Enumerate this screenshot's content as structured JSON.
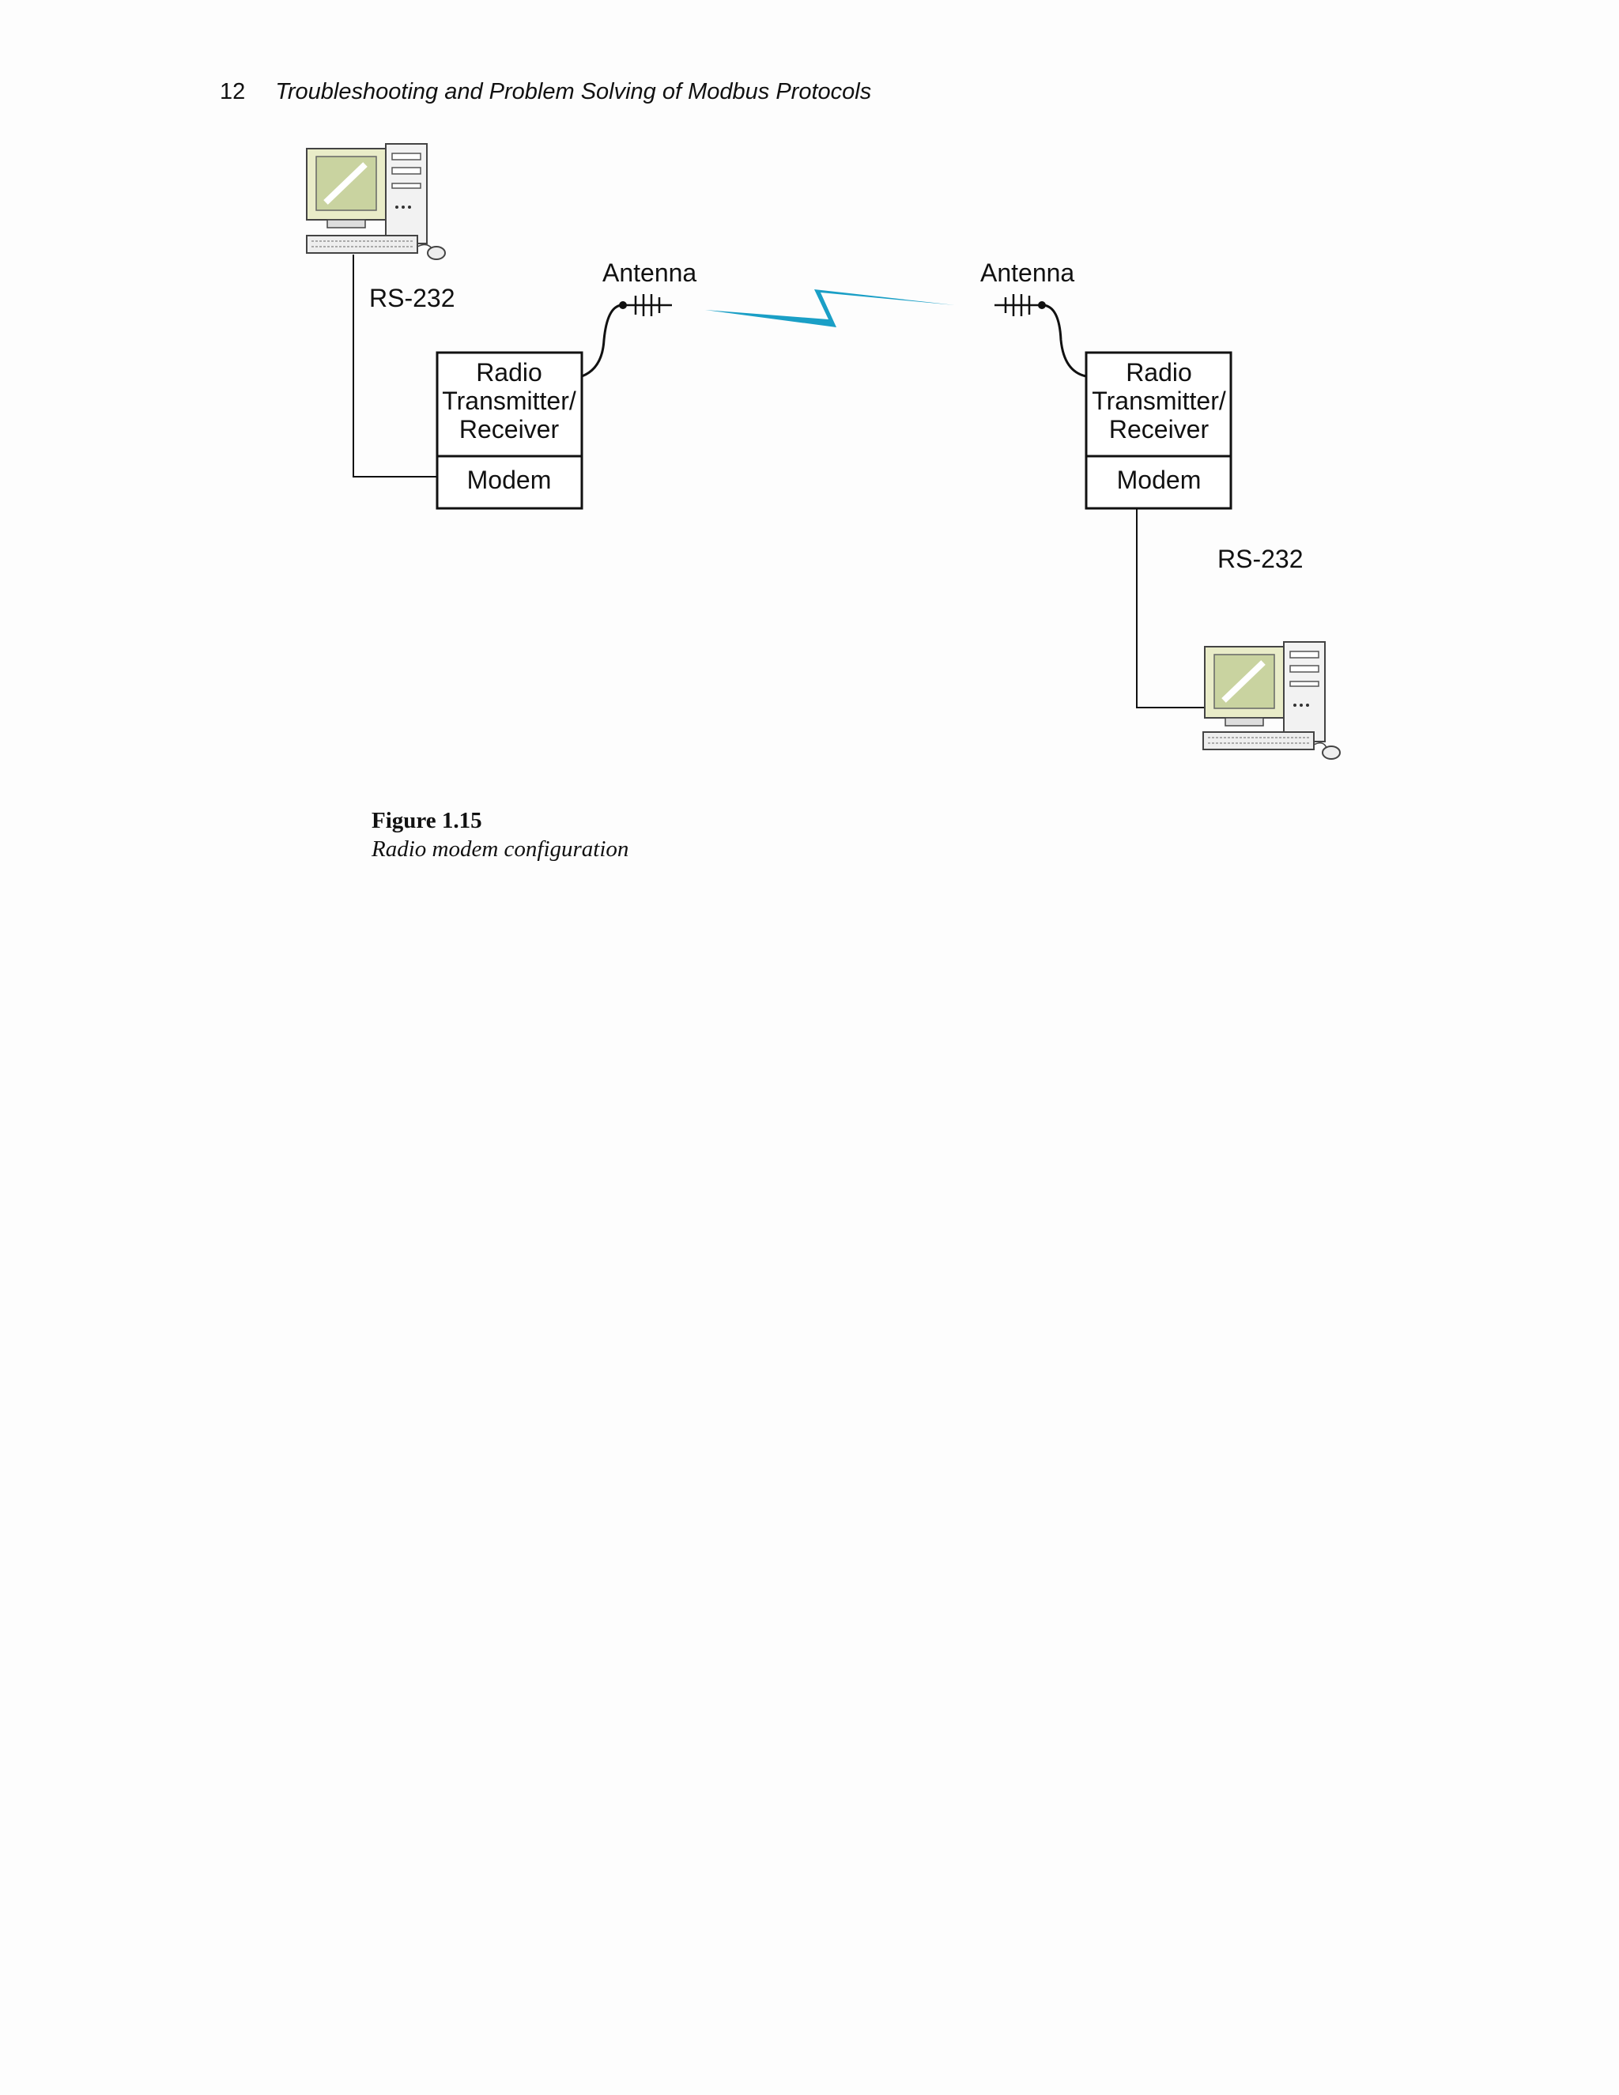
{
  "header": {
    "page_number": "12",
    "title": "Troubleshooting and Problem Solving of Modbus Protocols"
  },
  "diagram": {
    "left_station": {
      "interface_label": "RS-232",
      "antenna_label": "Antenna",
      "box_top_lines": [
        "Radio",
        "Transmitter/",
        "Receiver"
      ],
      "box_bottom": "Modem"
    },
    "right_station": {
      "interface_label": "RS-232",
      "antenna_label": "Antenna",
      "box_top_lines": [
        "Radio",
        "Transmitter/",
        "Receiver"
      ],
      "box_bottom": "Modem"
    },
    "link_color": "#1a9fc6"
  },
  "caption": {
    "number": "Figure 1.15",
    "title": "Radio modem configuration"
  }
}
